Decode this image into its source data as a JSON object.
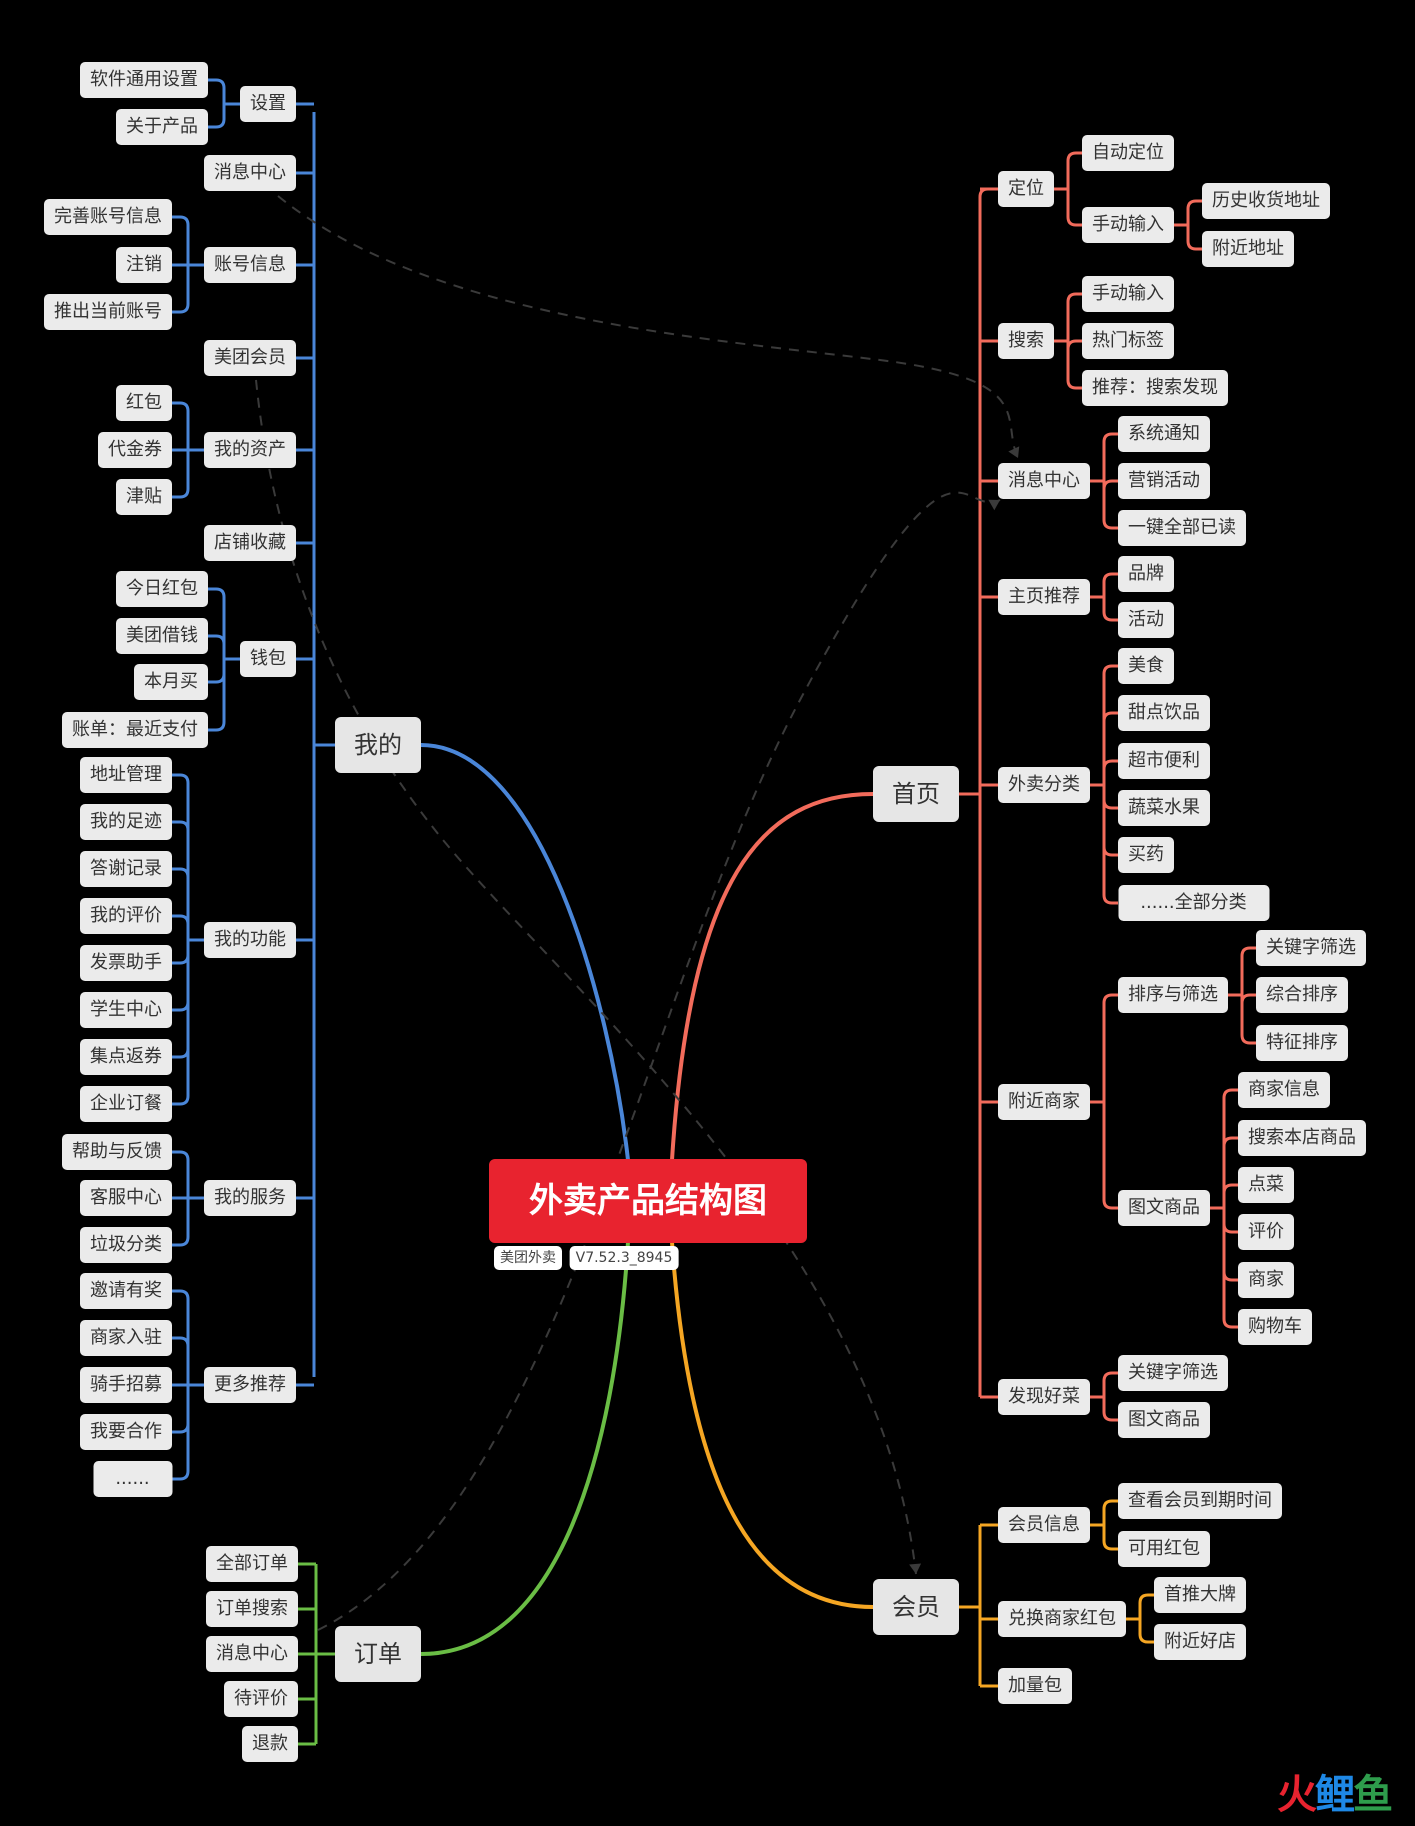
{
  "root": {
    "text": "外卖产品结构图",
    "tags": [
      "美团外卖",
      "V7.52.3_8945"
    ]
  },
  "colors": {
    "wode": "#4a86d8",
    "dingdan": "#6abd45",
    "shouye": "#f26b5b",
    "huiyuan": "#f5a623"
  },
  "branches": {
    "wode": {
      "label": "我的",
      "children": [
        {
          "label": "设置",
          "children": [
            "软件通用设置",
            "关于产品"
          ]
        },
        {
          "label": "消息中心",
          "children": []
        },
        {
          "label": "账号信息",
          "children": [
            "完善账号信息",
            "注销",
            "推出当前账号"
          ]
        },
        {
          "label": "美团会员",
          "children": []
        },
        {
          "label": "我的资产",
          "children": [
            "红包",
            "代金券",
            "津贴"
          ]
        },
        {
          "label": "店铺收藏",
          "children": []
        },
        {
          "label": "钱包",
          "children": [
            "今日红包",
            "美团借钱",
            "本月买",
            "账单：最近支付"
          ]
        },
        {
          "label": "我的功能",
          "children": [
            "地址管理",
            "我的足迹",
            "答谢记录",
            "我的评价",
            "发票助手",
            "学生中心",
            "集点返券",
            "企业订餐"
          ]
        },
        {
          "label": "我的服务",
          "children": [
            "帮助与反馈",
            "客服中心",
            "垃圾分类"
          ]
        },
        {
          "label": "更多推荐",
          "children": [
            "邀请有奖",
            "商家入驻",
            "骑手招募",
            "我要合作",
            "......"
          ]
        }
      ]
    },
    "dingdan": {
      "label": "订单",
      "children": [
        {
          "label": "全部订单",
          "children": []
        },
        {
          "label": "订单搜索",
          "children": []
        },
        {
          "label": "消息中心",
          "children": []
        },
        {
          "label": "待评价",
          "children": []
        },
        {
          "label": "退款",
          "children": []
        }
      ]
    },
    "shouye": {
      "label": "首页",
      "children": [
        {
          "label": "定位",
          "children": [
            {
              "label": "自动定位",
              "children": []
            },
            {
              "label": "手动输入",
              "children": [
                "历史收货地址",
                "附近地址"
              ]
            }
          ]
        },
        {
          "label": "搜索",
          "children": [
            "手动输入",
            "热门标签",
            "推荐：搜索发现"
          ]
        },
        {
          "label": "消息中心",
          "children": [
            "系统通知",
            "营销活动",
            "一键全部已读"
          ]
        },
        {
          "label": "主页推荐",
          "children": [
            "品牌",
            "活动"
          ]
        },
        {
          "label": "外卖分类",
          "children": [
            "美食",
            "甜点饮品",
            "超市便利",
            "蔬菜水果",
            "买药",
            "......全部分类"
          ]
        },
        {
          "label": "附近商家",
          "children": [
            {
              "label": "排序与筛选",
              "children": [
                "关键字筛选",
                "综合排序",
                "特征排序"
              ]
            },
            {
              "label": "图文商品",
              "children": [
                "商家信息",
                "搜索本店商品",
                "点菜",
                "评价",
                "商家",
                "购物车"
              ]
            }
          ]
        },
        {
          "label": "发现好菜",
          "children": [
            "关键字筛选",
            "图文商品"
          ]
        }
      ]
    },
    "huiyuan": {
      "label": "会员",
      "children": [
        {
          "label": "会员信息",
          "children": [
            "查看会员到期时间",
            "可用红包"
          ]
        },
        {
          "label": "兑换商家红包",
          "children": [
            "首推大牌",
            "附近好店"
          ]
        },
        {
          "label": "加量包",
          "children": []
        }
      ]
    }
  },
  "watermark": {
    "a": "火",
    "b": "鲤",
    "c": "鱼"
  }
}
